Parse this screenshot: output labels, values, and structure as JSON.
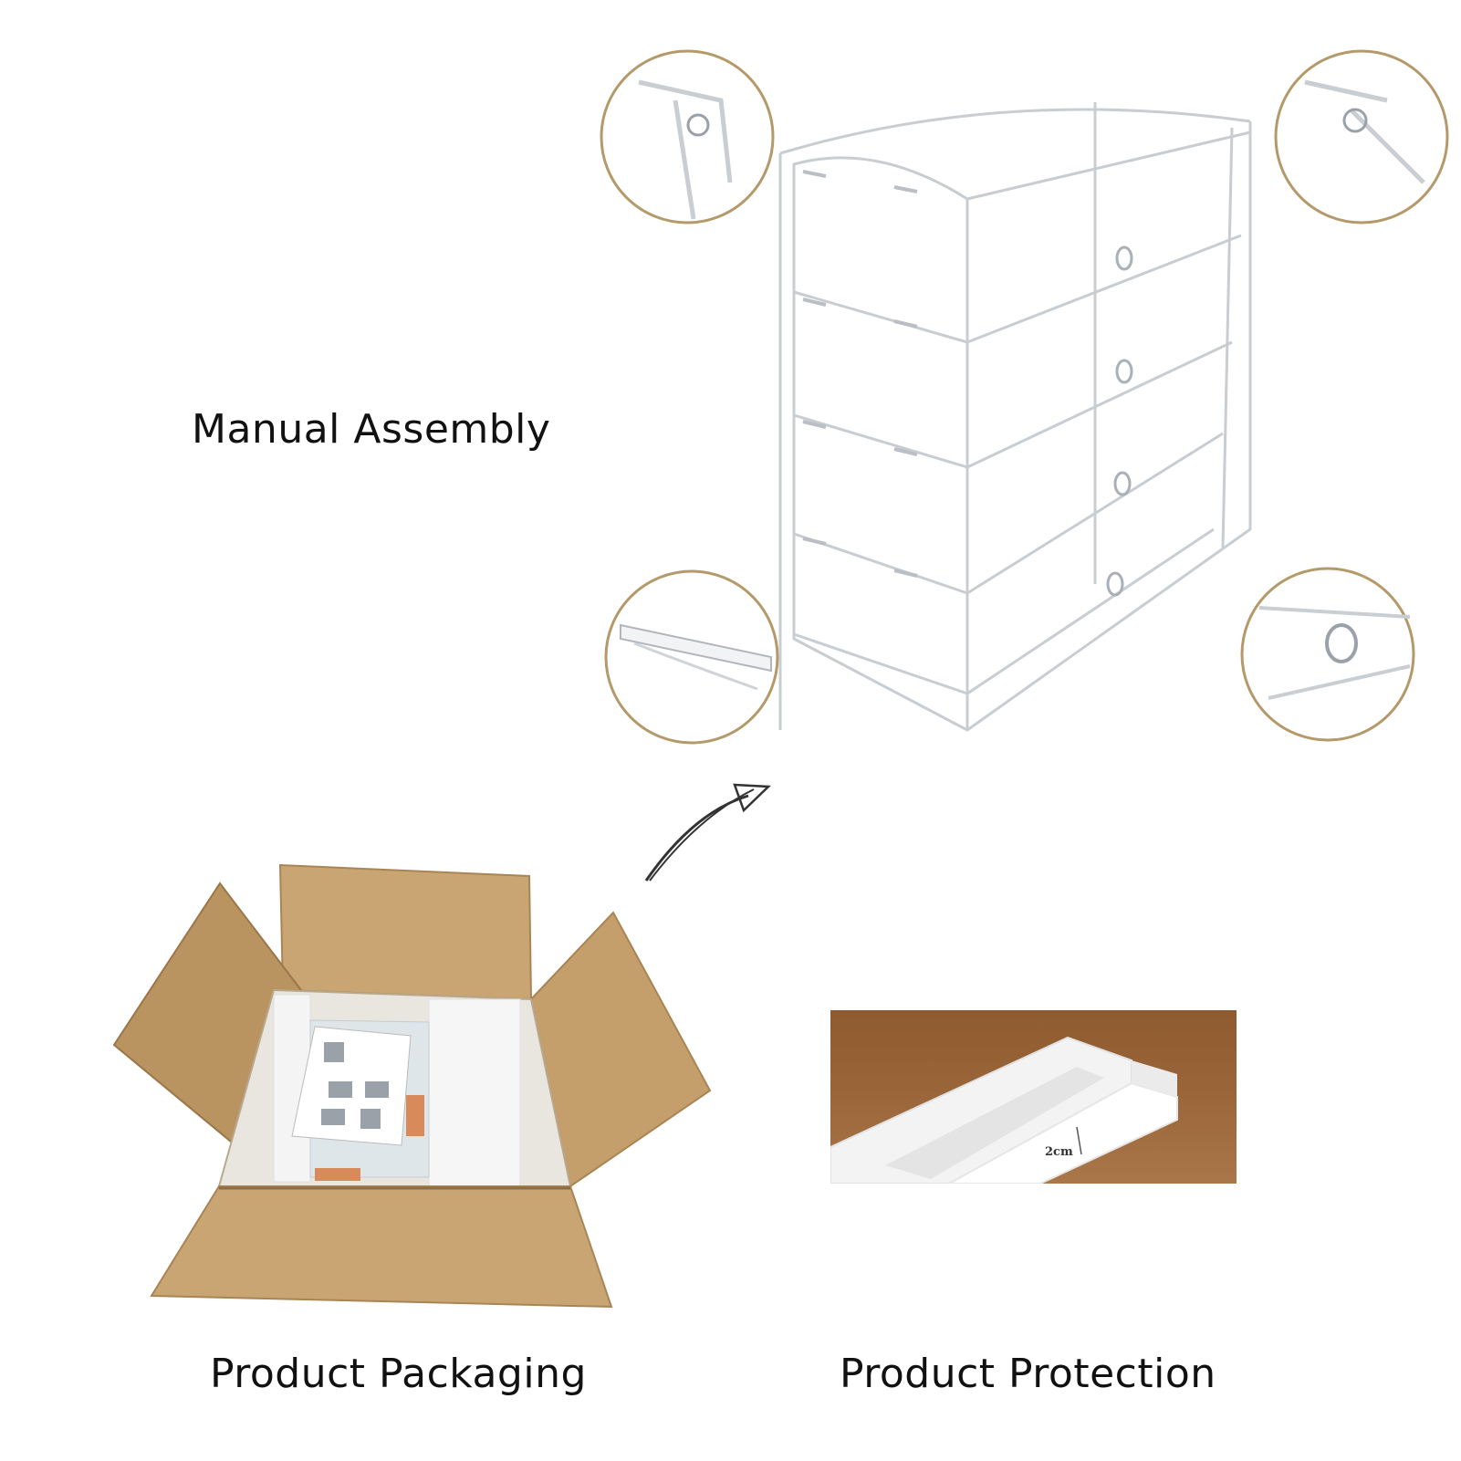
{
  "labels": {
    "manual_assembly": "Manual Assembly",
    "product_packaging": "Product Packaging",
    "product_protection": "Product Protection"
  },
  "foam": {
    "thickness_label": "2cm"
  },
  "colors": {
    "detail_ring": "#b49a6a",
    "cardboard": "#c9a574",
    "cardboard_dark": "#a98454",
    "foam_bg": "#9a663a",
    "foam_white": "#f4f4f4"
  },
  "icons": [
    "detail-loupe-icon",
    "curved-arrow-icon"
  ]
}
